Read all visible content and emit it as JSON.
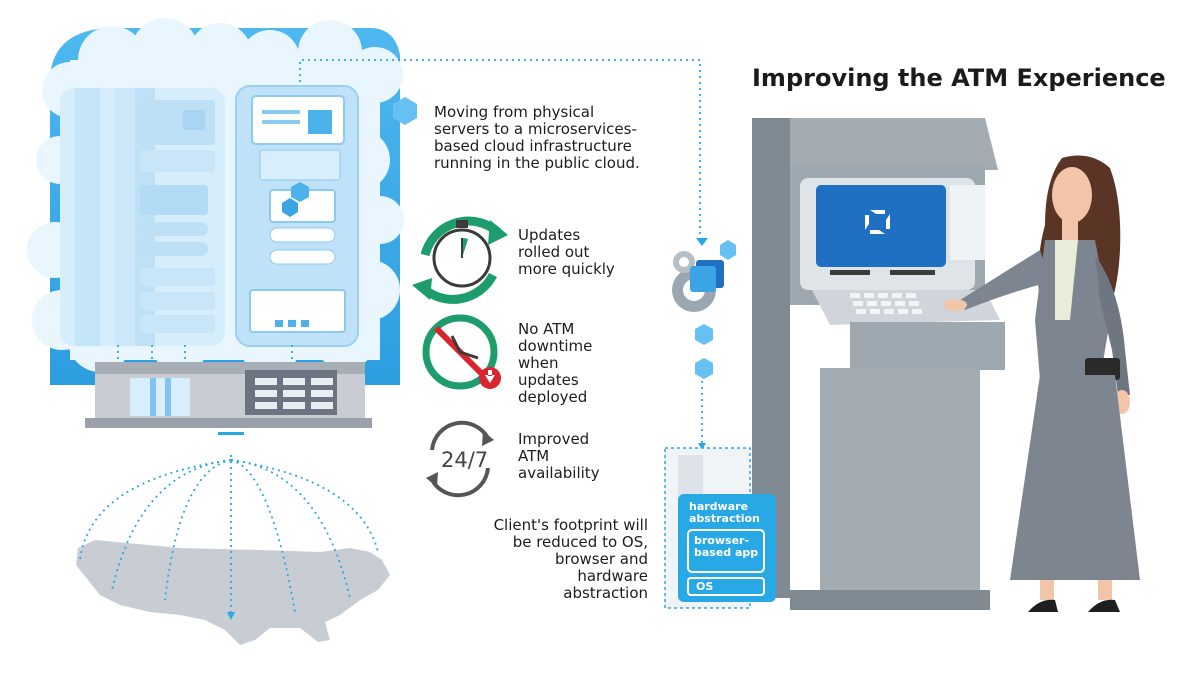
{
  "title": "Improving the ATM Experience",
  "cloud_text": "Moving from physical servers to a microservices-based cloud infrastructure running in the public cloud.",
  "benefits": [
    {
      "icon": "stopwatch-refresh-icon",
      "text": "Updates rolled out more quickly"
    },
    {
      "icon": "no-downtime-icon",
      "text": "No ATM downtime when updates deployed"
    },
    {
      "icon": "availability-24-7-icon",
      "label": "24/7",
      "text": "Improved ATM availability"
    }
  ],
  "footprint_text": "Client's footprint will be reduced to OS, browser and hardware abstraction",
  "client_stack": {
    "outer": "hardware abstraction",
    "middle": "browser-based app",
    "inner": "OS"
  },
  "colors": {
    "accent": "#29a8e6",
    "green": "#1d9c6c",
    "red": "#d9252e",
    "atm_gray": "#8e99a1",
    "screen_blue": "#1f6fc2"
  }
}
